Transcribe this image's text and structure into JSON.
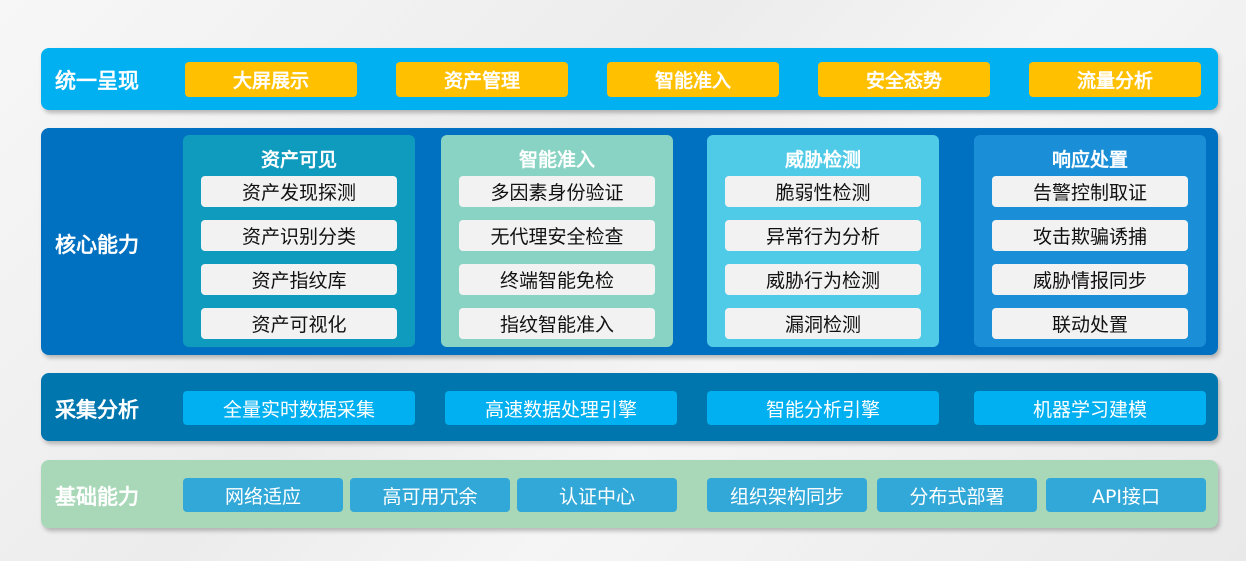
{
  "layers": [
    {
      "label": "统一呈现",
      "items": [
        "大屏展示",
        "资产管理",
        "智能准入",
        "安全态势",
        "流量分析"
      ]
    },
    {
      "label": "核心能力",
      "columns": [
        {
          "title": "资产可见",
          "items": [
            "资产发现探测",
            "资产识别分类",
            "资产指纹库",
            "资产可视化"
          ]
        },
        {
          "title": "智能准入",
          "items": [
            "多因素身份验证",
            "无代理安全检查",
            "终端智能免检",
            "指纹智能准入"
          ]
        },
        {
          "title": "威胁检测",
          "items": [
            "脆弱性检测",
            "异常行为分析",
            "威胁行为检测",
            "漏洞检测"
          ]
        },
        {
          "title": "响应处置",
          "items": [
            "告警控制取证",
            "攻击欺骗诱捕",
            "威胁情报同步",
            "联动处置"
          ]
        }
      ]
    },
    {
      "label": "采集分析",
      "items": [
        "全量实时数据采集",
        "高速数据处理引擎",
        "智能分析引擎",
        "机器学习建模"
      ]
    },
    {
      "label": "基础能力",
      "items": [
        "网络适应",
        "高可用冗余",
        "认证中心",
        "组织架构同步",
        "分布式部署",
        "API接口"
      ]
    }
  ],
  "colors": {
    "presentation": "#00b0f0",
    "core": "#0070c0",
    "collection": "#0076ae",
    "foundation": "#a9d8b8",
    "yellow": "#ffc000",
    "col1": "#0e9bbd",
    "col2": "#88d3c3",
    "col3": "#4fcbe8",
    "col4": "#1a8fd8"
  }
}
